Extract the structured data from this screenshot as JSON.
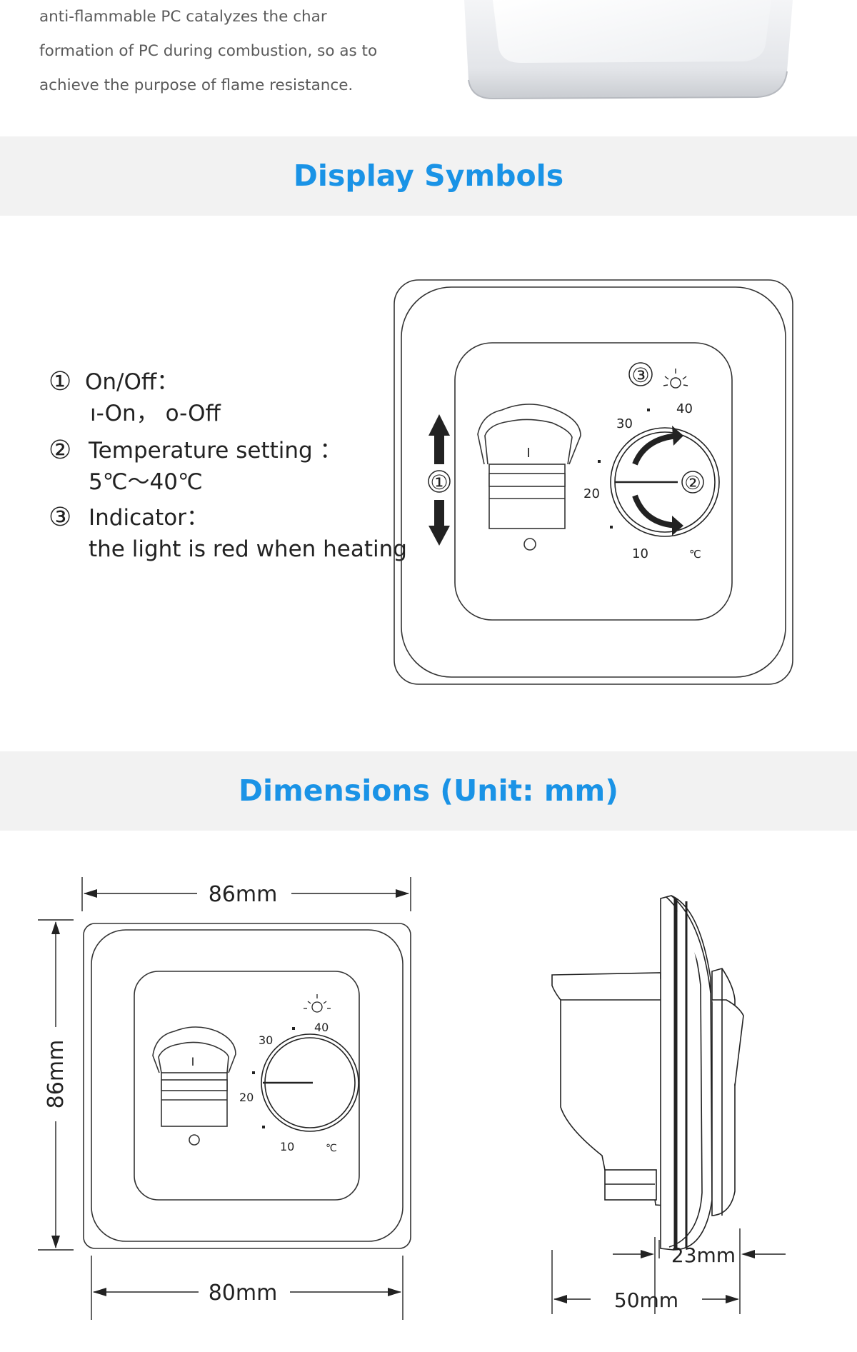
{
  "intro": {
    "line1": "anti-flammable PC catalyzes the char",
    "line2": "formation of PC during combustion, so as to",
    "line3": "achieve the purpose of flame resistance."
  },
  "sections": {
    "display_symbols": "Display Symbols",
    "dimensions": "Dimensions (Unit: mm)"
  },
  "legend": {
    "item1": {
      "num": "①",
      "title": "On/Off：",
      "detail": "ı-On，  o-Off"
    },
    "item2": {
      "num": "②",
      "title": "Temperature   setting ：",
      "detail": "5℃～40℃"
    },
    "item3": {
      "num": "③",
      "title": "Indicator：",
      "detail": "the light is red when heating"
    }
  },
  "thermostat": {
    "marker1": "①",
    "marker2": "②",
    "marker3": "③",
    "switch_on": "I",
    "switch_off": "O",
    "dial": {
      "t10": "10",
      "t20": "20",
      "t30": "30",
      "t40": "40",
      "unit": "℃"
    }
  },
  "dimensions": {
    "width_outer": "86mm",
    "height_outer": "86mm",
    "width_inner": "80mm",
    "depth_front": "23mm",
    "depth_total": "50mm"
  }
}
